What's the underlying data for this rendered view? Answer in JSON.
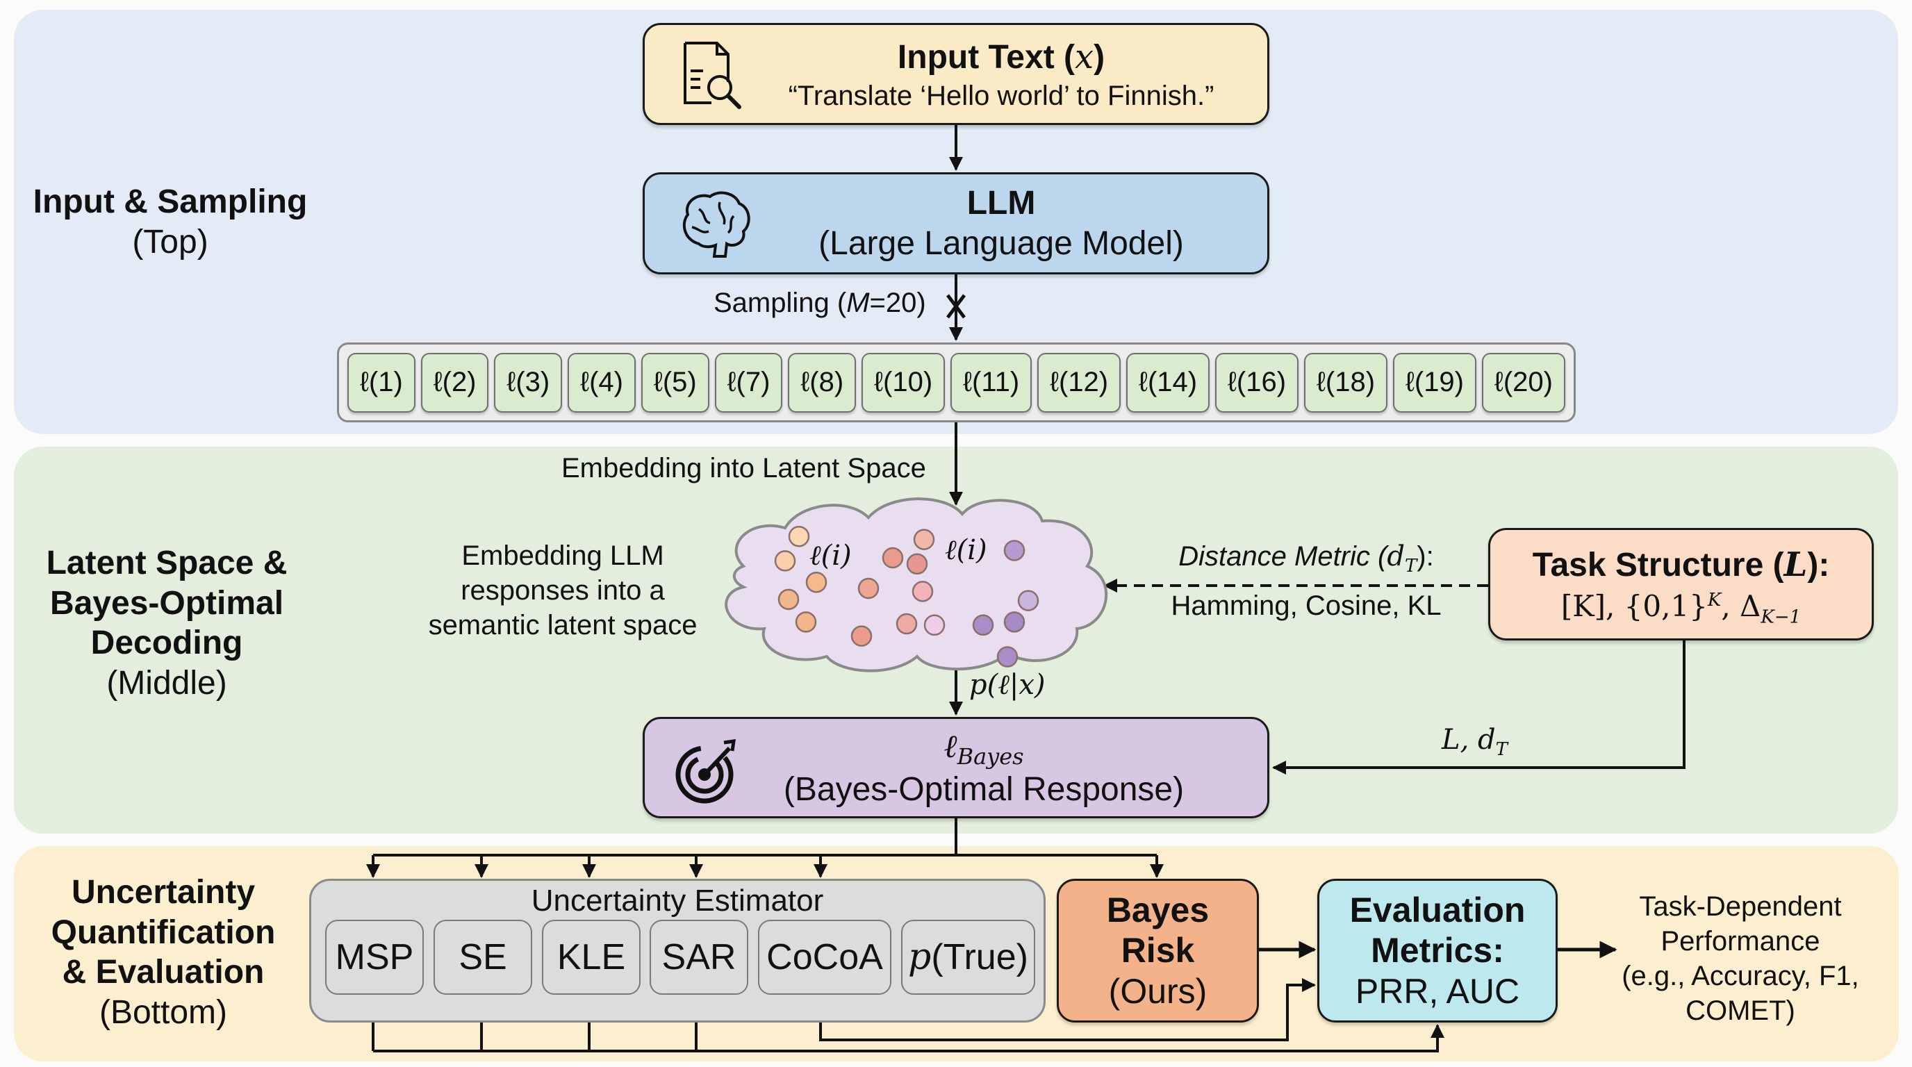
{
  "sections": {
    "top": {
      "title": "Input & Sampling",
      "subtitle": "(Top)"
    },
    "middle": {
      "title_lines": [
        "Latent Space &",
        "Bayes-Optimal",
        "Decoding"
      ],
      "subtitle": "(Middle)"
    },
    "bottom": {
      "title_lines": [
        "Uncertainty",
        "Quantification",
        "& Evaluation"
      ],
      "subtitle": "(Bottom)"
    }
  },
  "input_box": {
    "icon": "document-search-icon",
    "title": "Input Text (",
    "title_var": "x",
    "title_end": ")",
    "prompt": "“Translate ‘Hello world’ to Finnish.”"
  },
  "llm_box": {
    "icon": "brain-icon",
    "title": "LLM",
    "subtitle": "(Large Language Model)"
  },
  "sampling": {
    "label_pre": "Sampling (",
    "label_var": "M",
    "label_post": "=20)",
    "marker": "×"
  },
  "samples": [
    "ℓ(1)",
    "ℓ(2)",
    "ℓ(3)",
    "ℓ(4)",
    "ℓ(5)",
    "ℓ(7)",
    "ℓ(8)",
    "ℓ(10)",
    "ℓ(11)",
    "ℓ(12)",
    "ℓ(14)",
    "ℓ(16)",
    "ℓ(18)",
    "ℓ(19)",
    "ℓ(20)"
  ],
  "embedding": {
    "arrow_label": "Embedding into Latent Space",
    "description_lines": [
      "Embedding LLM",
      "responses into a",
      "semantic latent space"
    ],
    "cloud_labels": [
      "ℓ(i)",
      "ℓ(i)"
    ],
    "posterior_label": "p(ℓ|x)"
  },
  "distance_metric": {
    "label": "Distance Metric (",
    "var": "d",
    "sub": "T",
    "label_end": "):",
    "examples": "Hamming, Cosine, KL"
  },
  "task_structure": {
    "title": "Task Structure (",
    "var": "L",
    "title_end": "):",
    "spaces": "[K], {0,1}",
    "spaces_sup": "K",
    "simplex": ", Δ",
    "simplex_sub": "K−1"
  },
  "feedback_label": {
    "text": "L, d",
    "sub": "T"
  },
  "bayes_box": {
    "icon": "target-icon",
    "symbol": "ℓ",
    "symbol_sub": "Bayes",
    "subtitle": "(Bayes-Optimal Response)"
  },
  "uncertainty_estimator": {
    "title": "Uncertainty Estimator",
    "methods": [
      "MSP",
      "SE",
      "KLE",
      "SAR",
      "CoCoA"
    ],
    "p_true": {
      "var": "p",
      "text": "(True)"
    }
  },
  "bayes_risk": {
    "lines": [
      "Bayes",
      "Risk"
    ],
    "note": "(Ours)"
  },
  "evaluation": {
    "lines": [
      "Evaluation",
      "Metrics:"
    ],
    "metrics": "PRR, AUC"
  },
  "performance": {
    "lines": [
      "Task-Dependent",
      "Performance",
      "(e.g., Accuracy, F1,",
      "COMET)"
    ]
  },
  "colors": {
    "top_panel": "#e3ecf6",
    "middle_panel": "#e3eedc",
    "bottom_panel": "#fcefd0",
    "input_box": "#fbeac6",
    "llm_box": "#bcd6ee",
    "sample_box": "#d9ecd0",
    "bayes_box": "#d7c7e2",
    "task_box": "#fbdcc6",
    "bayes_risk": "#f3b289",
    "evaluation": "#bde9ee",
    "cloud": "#e8def0"
  }
}
